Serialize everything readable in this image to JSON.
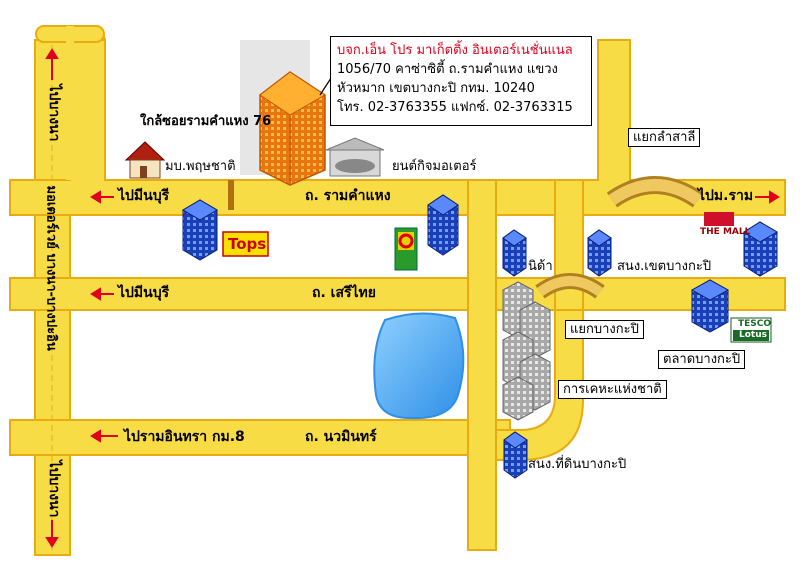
{
  "company": {
    "name": "บจก.เอ็น โปร มาเก็ตติ้ง อินเตอร์เนชั่นแนล",
    "address_line1": "1056/70 คาซ่าซิตี้ ถ.รามคำแหง แขวง",
    "address_line2": "หัวหมาก เขตบางกะปิ กทม. 10240",
    "contact": "โทร. 02-3763355 แฟกซ์. 02-3763315"
  },
  "landmarks": {
    "near_soi": "ใกล้ซอยรามคำแหง 76",
    "village": "มบ.พฤษชาติ",
    "car_dealer": "ยนต์กิจมอเตอร์",
    "nida": "นิด้า",
    "bangkapi_district_office": "สนง.เขตบางกะปิ",
    "national_housing": "การเคหะแห่งชาติ",
    "land_office": "สนง.ที่ดินบางกะปิ",
    "bangkapi_market": "ตลาดบางกะปิ"
  },
  "intersections": {
    "lam_sali": "แยกลำสาลี",
    "bangkapi": "แยกบางกะปิ"
  },
  "roads": {
    "ramkhamhaeng": "ถ. รามคำแหง",
    "serithai": "ถ. เสรีไทย",
    "nawamin": "ถ. นวมินทร์"
  },
  "directions": {
    "to_minburi_top": "ไปมีนบุรี",
    "to_minburi_mid": "ไปมีนบุรี",
    "to_ram_inthra": "ไปรามอินทรา กม.8",
    "to_ram_u": "ไปม.ราม",
    "to_bang_na_top": "ไปบางนา",
    "to_bang_na_bottom": "ไปบางนา",
    "motorway": "มอเตอร์เวย์ บางนา-บางปะอิน"
  },
  "stores": {
    "tops": "Tops",
    "the_mall": "THE MALL",
    "tesco": "TESCO",
    "lotus": "Lotus"
  },
  "colors": {
    "road_fill": "#f8dc46",
    "road_edge": "#e8ac10",
    "arrow_red": "#e0001b",
    "building_blue": "#2450d0",
    "lake_blue": "#48a8f0"
  }
}
